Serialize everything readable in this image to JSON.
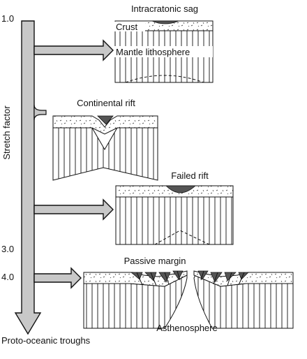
{
  "stretch_axis": {
    "label": "Stretch factor",
    "ticks": [
      "1.0",
      "3.0",
      "4.0"
    ],
    "end_label": "Proto-oceanic troughs"
  },
  "panels": {
    "sag": {
      "title": "Intracratonic sag",
      "crust_label": "Crust",
      "mantle_label": "Mantle lithosphere"
    },
    "continental_rift": {
      "title": "Continental rift"
    },
    "failed_rift": {
      "title": "Failed rift"
    },
    "passive_margin": {
      "title": "Passive margin",
      "bottom_label": "Asthenosphere"
    }
  },
  "colors": {
    "arrow_fill": "#c8c8c8",
    "line": "#111111",
    "sediment": "#555555"
  }
}
